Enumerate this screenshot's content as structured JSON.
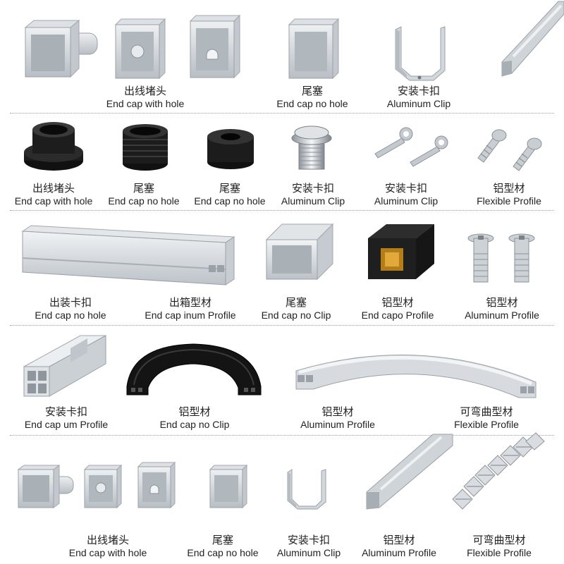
{
  "colors": {
    "background": "#ffffff",
    "aluminum": "#c9ced3",
    "aluminum_dark": "#9aa1a8",
    "black_part": "#161616",
    "divider": "#9aa0a6"
  },
  "rows": [
    {
      "items": [
        {
          "icon": "end-cap-with-hole-icon",
          "cn": "",
          "en": ""
        },
        {
          "icon": "end-cap-round-hole-icon",
          "cn": "出线堵头",
          "en": "End cap with hole"
        },
        {
          "icon": "end-cap-notch-icon",
          "cn": "",
          "en": ""
        },
        {
          "icon": "end-cap-no-hole-icon",
          "cn": "尾塞",
          "en": "End cap no hole"
        },
        {
          "icon": "aluminum-clip-icon",
          "cn": "安装卡扣",
          "en": "Aluminum Clip"
        },
        {
          "icon": "aluminum-channel-icon",
          "cn": "",
          "en": ""
        }
      ]
    },
    {
      "items": [
        {
          "icon": "black-flange-cap-icon",
          "cn": "出线堵头",
          "en": "End cap with hole"
        },
        {
          "icon": "black-ribbed-cap-icon",
          "cn": "尾塞",
          "en": "End cap no hole"
        },
        {
          "icon": "black-ring-cap-icon",
          "cn": "尾塞",
          "en": "End cap no hole"
        },
        {
          "icon": "metal-plug-icon",
          "cn": "安装卡扣",
          "en": "Aluminum Clip"
        },
        {
          "icon": "eye-bolt-icon",
          "cn": "安装卡扣",
          "en": "Aluminum Clip"
        },
        {
          "icon": "screw-icon",
          "cn": "铝型材",
          "en": "Flexible Profile"
        }
      ]
    },
    {
      "items": [
        {
          "icon": "long-profile-icon",
          "cn": "出装卡扣",
          "en": "End cap no hole"
        },
        {
          "icon": "",
          "cn": "出箱型材",
          "en": "End cap inum Profile"
        },
        {
          "icon": "square-cap-icon",
          "cn": "尾塞",
          "en": "End cap no Clip"
        },
        {
          "icon": "black-connector-icon",
          "cn": "铝型材",
          "en": "End capo Profile"
        },
        {
          "icon": "rivet-screw-icon",
          "cn": "铝型材",
          "en": "Aluminum Profile"
        }
      ]
    },
    {
      "items": [
        {
          "icon": "square-profile-icon",
          "cn": "安装卡扣",
          "en": "End cap um Profile"
        },
        {
          "icon": "black-arc-icon",
          "cn": "铝型材",
          "en": "End cap no Clip"
        },
        {
          "icon": "curved-profile-icon",
          "cn": "铝型材",
          "en": "Aluminum Profile"
        },
        {
          "icon": "",
          "cn": "可弯曲型材",
          "en": "Flexible Profile"
        }
      ]
    },
    {
      "items": [
        {
          "icon": "end-cap-with-hole-icon",
          "cn": "出线堵头",
          "en": "End cap with hole"
        },
        {
          "icon": "end-cap-no-hole-icon",
          "cn": "尾塞",
          "en": "End cap no hole"
        },
        {
          "icon": "aluminum-clip-icon",
          "cn": "安装卡扣",
          "en": "Aluminum Clip"
        },
        {
          "icon": "aluminum-channel-icon",
          "cn": "铝型材",
          "en": "Aluminum Profile"
        },
        {
          "icon": "flexible-chain-icon",
          "cn": "可弯曲型材",
          "en": "Flexible Profile"
        }
      ]
    }
  ]
}
